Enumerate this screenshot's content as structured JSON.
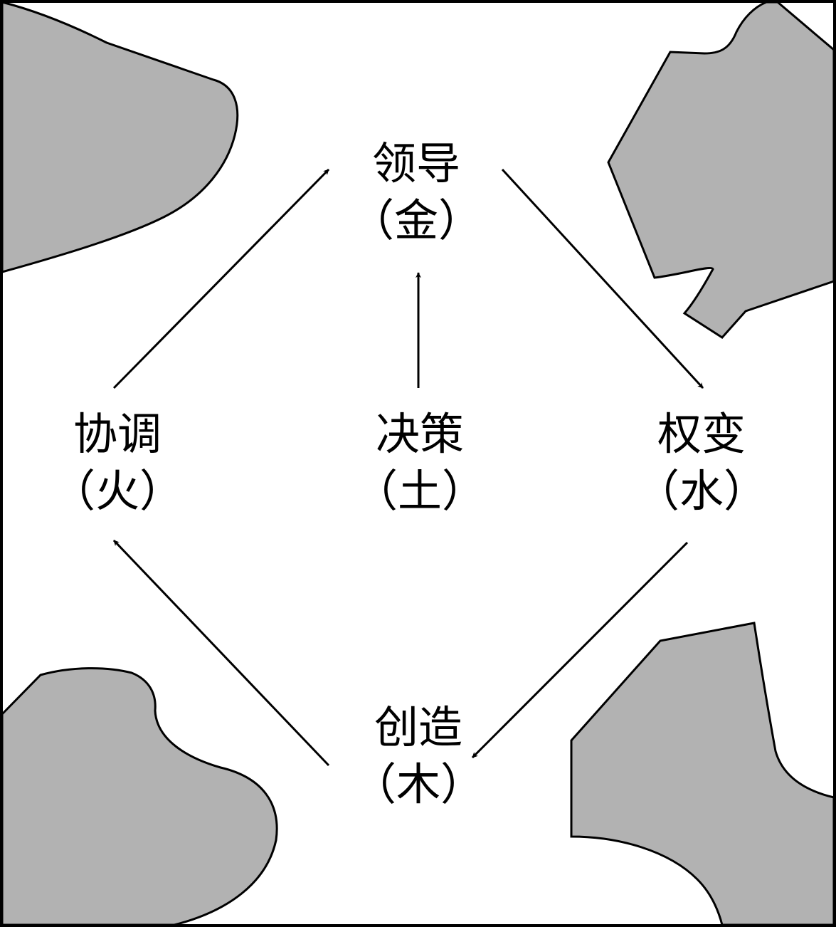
{
  "colors": {
    "background": "#ffffff",
    "stroke": "#000000",
    "blob_fill": "#b2b2b2"
  },
  "nodes": {
    "leadership": {
      "name": "领导",
      "element": "（金）"
    },
    "adaptation": {
      "name": "权变",
      "element": "（水）"
    },
    "decision": {
      "name": "决策",
      "element": "（土）"
    },
    "coordination": {
      "name": "协调",
      "element": "（火）"
    },
    "creation": {
      "name": "创造",
      "element": "（木）"
    }
  }
}
